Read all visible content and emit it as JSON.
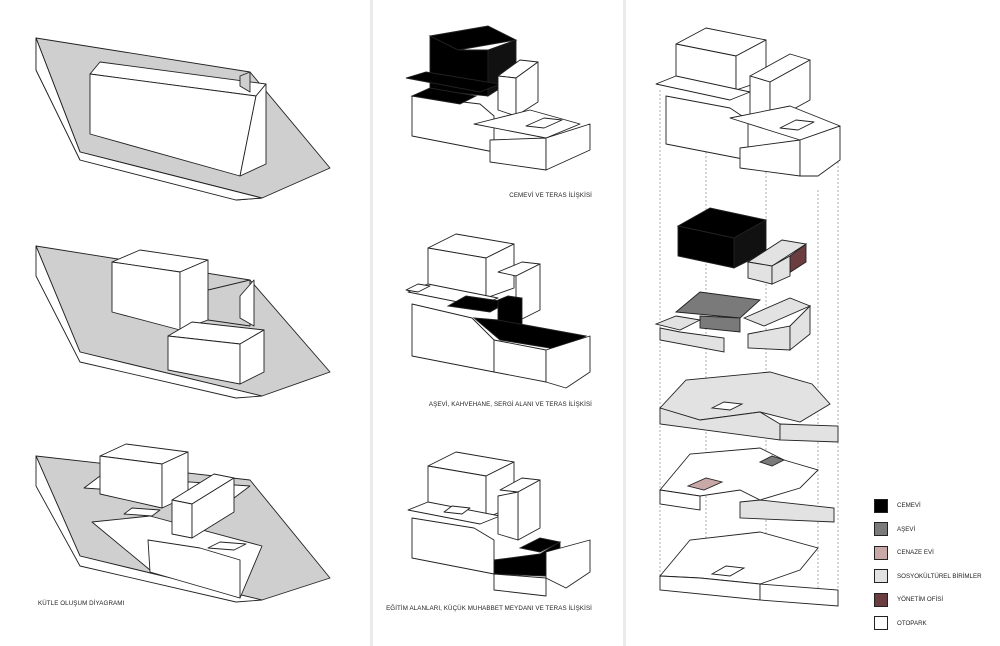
{
  "captions": {
    "massing": "KÜTLE OLUŞUM DİYAGRAMI",
    "cemevi_terrace": "CEMEVİ VE TERAS İLİŞKİSİ",
    "asevi_terrace": "AŞEVİ, KAHVEHANE, SERGİ ALANI VE TERAS İLİŞKİSİ",
    "education_terrace": "EĞİTİM ALANLARI, KÜÇÜK MUHABBET MEYDANI VE TERAS İLİŞKİSİ"
  },
  "legend": [
    {
      "label": "CEMEVİ",
      "color": "#000000"
    },
    {
      "label": "AŞEVİ",
      "color": "#7a7a7a"
    },
    {
      "label": "CENAZE EVİ",
      "color": "#c9a9a8"
    },
    {
      "label": "SOSYOKÜLTÜREL BİRİMLER",
      "color": "#e2e2e2"
    },
    {
      "label": "YÖNETİM OFİSİ",
      "color": "#6b3d40"
    },
    {
      "label": "OTOPARK",
      "color": "#ffffff"
    }
  ]
}
